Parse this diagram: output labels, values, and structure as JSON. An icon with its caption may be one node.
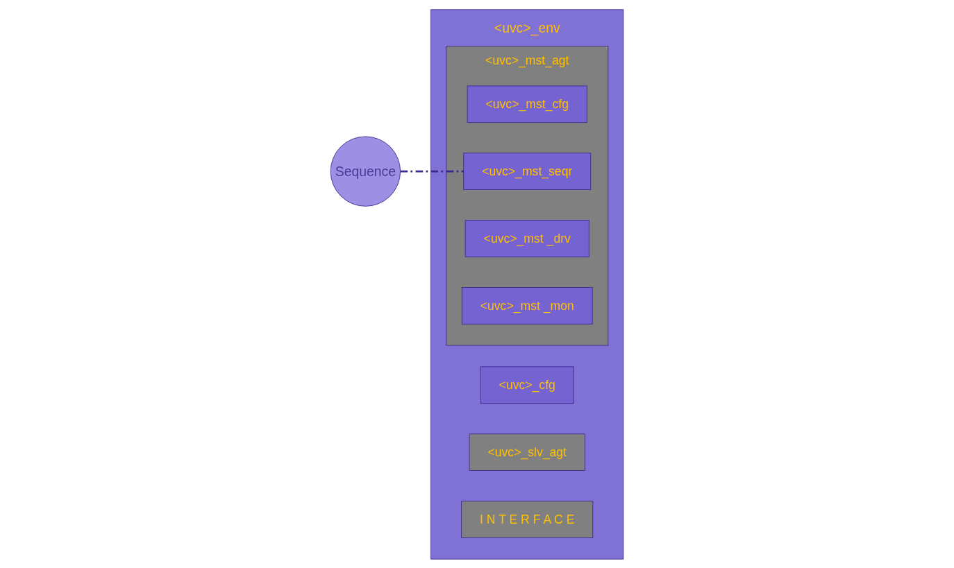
{
  "diagram": {
    "nodes": [
      {
        "text": [
          "Sequence"
        ]
      },
      {
        "text": [
          "<uvc>_env"
        ]
      },
      {
        "text": [
          "<uvc>_cfg"
        ],
        "in": 1
      },
      {
        "text": [
          "<uvc>_mst_agt"
        ],
        "in": 1
      },
      {
        "text": [
          "<uvc>_mst_cfg"
        ],
        "in": 3
      },
      {
        "text": [
          "<uvc>_mst_seqr"
        ],
        "in": 3
      },
      {
        "text": [
          "<uvc>_mst _drv"
        ],
        "in": 3
      },
      {
        "text": [
          "<uvc>_mst _mon"
        ],
        "in": 3
      },
      {
        "text": [
          "<uvc>_slv_agt"
        ],
        "in": 1
      },
      {
        "text": [
          "I N T E R F A C E"
        ],
        "in": 1
      }
    ],
    "edges": [
      {
        "from": 0,
        "to": 5,
        "arrow": "none",
        "style": "dashed"
      }
    ]
  }
}
